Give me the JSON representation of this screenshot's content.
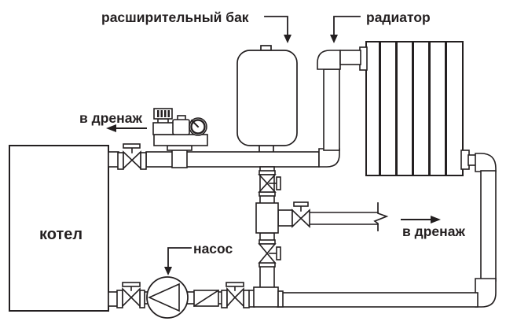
{
  "diagram": {
    "labels": {
      "expansion_tank": "расширительный бак",
      "radiator": "радиатор",
      "drain_left": "в дренаж",
      "boiler": "котел",
      "pump": "насос",
      "drain_right": "в дренаж"
    },
    "components": [
      "expansion-tank",
      "radiator",
      "boiler",
      "circulation-pump",
      "filter",
      "safety-group",
      "safety-valve",
      "air-vent",
      "pressure-gauge",
      "shut-off-valve-x6",
      "drain-outlet-left",
      "drain-outlet-right",
      "pipe-break-symbol"
    ],
    "colors": {
      "line": "#231f20",
      "fill": "#ffffff",
      "text": "#231f20"
    }
  }
}
